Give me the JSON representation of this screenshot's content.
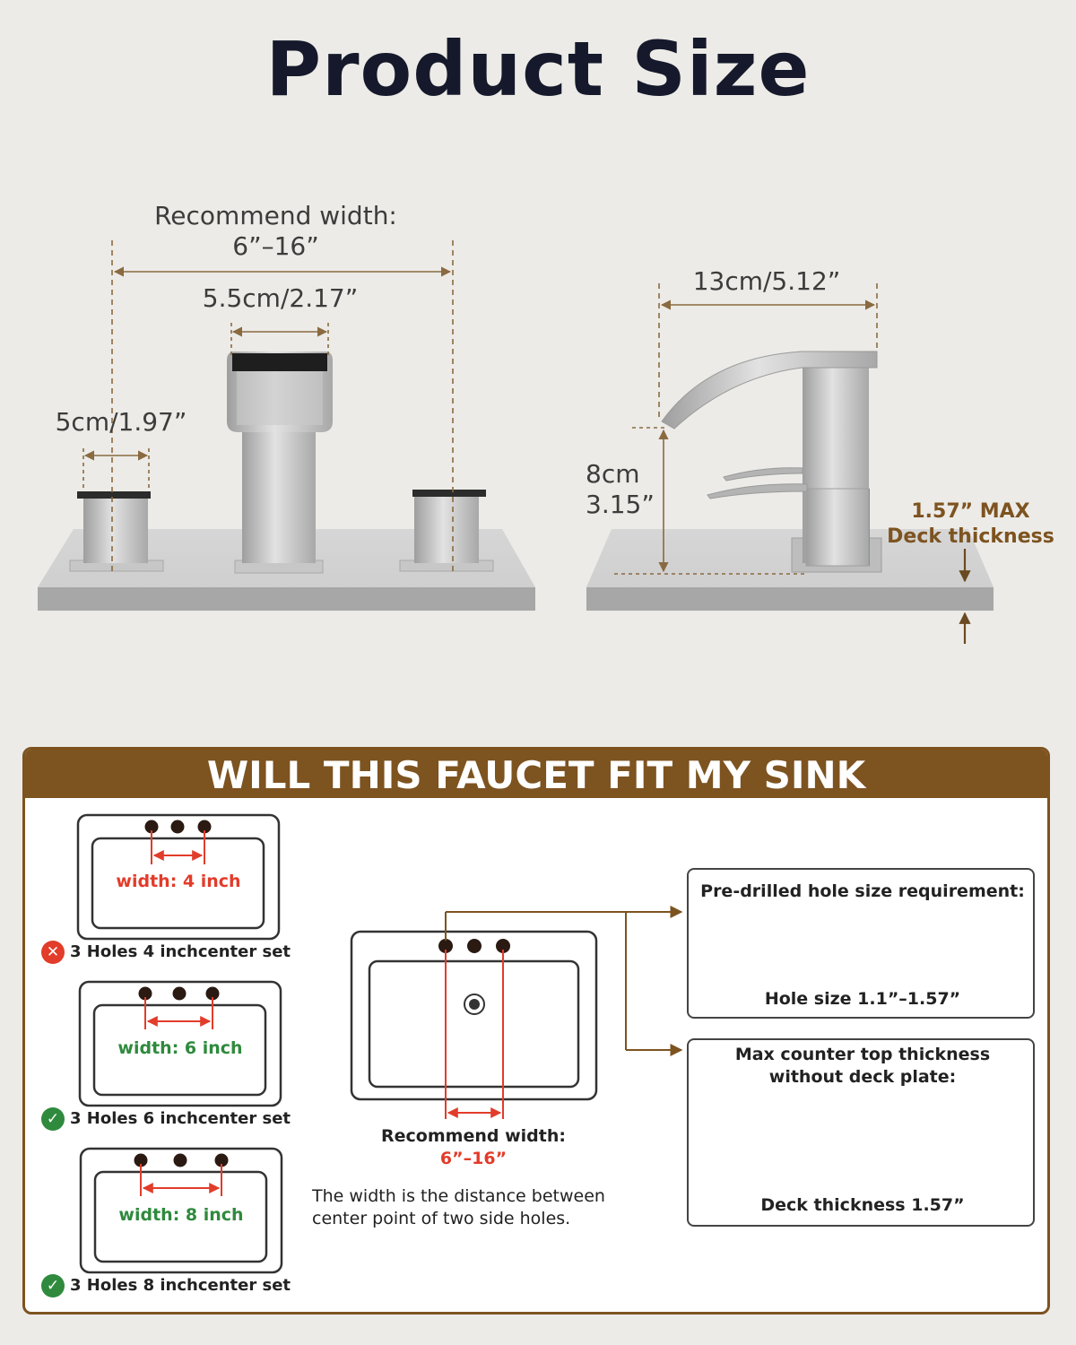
{
  "title": "Product Size",
  "front_view": {
    "recommend_width_label": "Recommend width:",
    "recommend_width_range": "6”–16”",
    "spout_width": "5.5cm/2.17”",
    "handle_width": "5cm/1.97”"
  },
  "side_view": {
    "spout_reach": "13cm/5.12”",
    "spout_height_cm": "8cm",
    "spout_height_in": "3.15”",
    "deck_max": "1.57” MAX",
    "deck_label": "Deck thickness"
  },
  "fit_section": {
    "header": "WILL THIS FAUCET FIT MY SINK",
    "sinks": [
      {
        "width_label": "width: 4 inch",
        "caption": "3 Holes 4 inchcenter set",
        "status": "fail",
        "color": "#e23c2a"
      },
      {
        "width_label": "width: 6 inch",
        "caption": "3 Holes 6 inchcenter set",
        "status": "ok",
        "color": "#2f8a3d"
      },
      {
        "width_label": "width: 8 inch",
        "caption": "3 Holes 8 inchcenter set",
        "status": "ok",
        "color": "#2f8a3d"
      }
    ],
    "badge_fail": "✕",
    "badge_ok": "✓",
    "center_recommend_label": "Recommend width:",
    "center_recommend_range": "6”–16”",
    "description": "The width is the distance between center point of two side holes.",
    "hole_box": {
      "title": "Pre-drilled hole size requirement:",
      "note": "Hole size 1.1”–1.57”"
    },
    "thickness_box": {
      "title_line1": "Max counter top thickness",
      "title_line2": "without deck plate:",
      "note": "Deck thickness 1.57”"
    }
  },
  "colors": {
    "brand_brown": "#7d5320",
    "dimension_line": "#8a6a40",
    "red": "#e23c2a",
    "green": "#2f8a3d",
    "blue": "#1e9bd1"
  }
}
